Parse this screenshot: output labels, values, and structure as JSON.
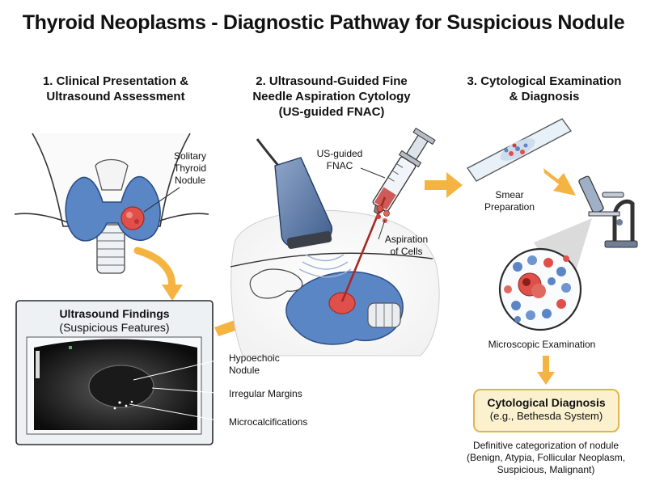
{
  "title": "Thyroid Neoplasms - Diagnostic Pathway for Suspicious Nodule",
  "step1": {
    "heading_line1": "1. Clinical Presentation &",
    "heading_line2": "Ultrasound Assessment",
    "nodule_label": [
      "Solitary",
      "Thyroid",
      "Nodule"
    ]
  },
  "ultrasound_findings": {
    "title": "Ultrasound Findings",
    "subtitle": "(Suspicious Features)",
    "features": [
      "Hypoechoic",
      "Nodule",
      "Irregular Margins",
      "Microcalcifications"
    ]
  },
  "step2": {
    "heading_line1": "2. Ultrasound-Guided Fine",
    "heading_line2": "Needle Aspiration Cytology",
    "heading_line3": "(US-guided FNAC)",
    "fnac_label": [
      "US-guided",
      "FNAC"
    ],
    "aspiration_label": [
      "Aspiration",
      "of Cells"
    ]
  },
  "step3": {
    "heading_line1": "3. Cytological Examination",
    "heading_line2": "& Diagnosis",
    "smear_label": [
      "Smear",
      "Preparation"
    ],
    "microscopic_label": "Microscopic Examination",
    "diagnosis_title": "Cytological Diagnosis",
    "diagnosis_sub": "(e.g., Bethesda System)",
    "categorization": [
      "Definitive categorization of nodule",
      "(Benign, Atypia, Follicular Neoplasm,",
      "Suspicious, Malignant)"
    ]
  },
  "colors": {
    "thyroid_blue": "#5b86c6",
    "nodule_red": "#e0504a",
    "arrow_orange": "#f5b441",
    "panel_border": "#2b2b2b",
    "diagnosis_fill": "#fbf1cf",
    "diagnosis_border": "#e2b44a"
  }
}
